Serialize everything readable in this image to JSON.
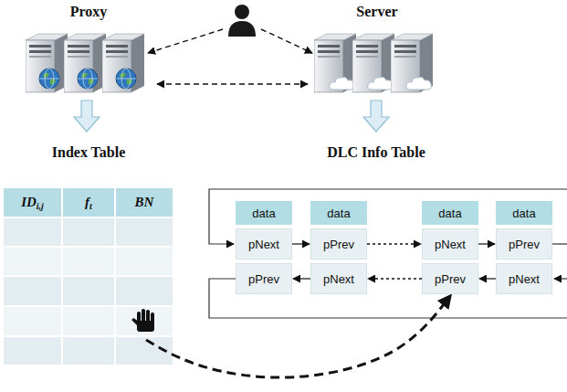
{
  "diagram": {
    "nodes": [
      {
        "text": [
          "Proxy"
        ]
      },
      {
        "text": [
          "Server"
        ]
      },
      {
        "text": [
          "ID",
          "i,j",
          "f",
          "t",
          "BN"
        ]
      },
      {
        "text": [
          "data",
          "pNext",
          "pPrev"
        ]
      },
      {
        "text": [
          "data",
          "pPrev",
          "pNext"
        ]
      },
      {
        "text": [
          "data",
          "pNext",
          "pPrev"
        ]
      },
      {
        "text": [
          "data",
          "pPrev",
          "pNext"
        ]
      }
    ],
    "edges": [
      {
        "from": 0,
        "to": 1,
        "arrow": "both"
      },
      {
        "from": 3,
        "to": 4,
        "arrow": "to"
      },
      {
        "from": 4,
        "to": 3,
        "arrow": "to"
      },
      {
        "from": 4,
        "to": 5,
        "arrow": "to"
      },
      {
        "from": 5,
        "to": 4,
        "arrow": "to"
      },
      {
        "from": 5,
        "to": 6,
        "arrow": "to"
      },
      {
        "from": 6,
        "to": 5,
        "arrow": "to"
      },
      {
        "from": 2,
        "to": 5,
        "arrow": "to"
      }
    ],
    "labels": [
      "Index Table",
      "DLC Info Table"
    ]
  }
}
